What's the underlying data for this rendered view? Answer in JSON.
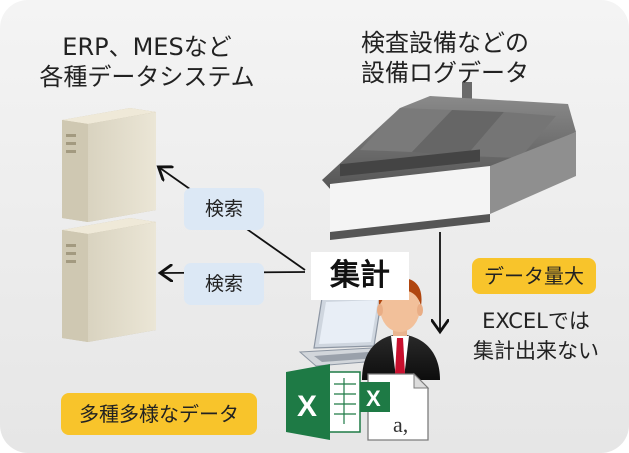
{
  "left_title": {
    "line1": "ERP、MESなど",
    "line2": "各種データシステム"
  },
  "right_title": {
    "line1": "検査設備などの",
    "line2": "設備ログデータ"
  },
  "search_labels": [
    "検索",
    "検索"
  ],
  "aggregate_label": "集計",
  "data_volume_tag": "データ量大",
  "excel_note": {
    "line1": "EXCELでは",
    "line2": "集計出来ない"
  },
  "variety_tag": "多種多様なデータ",
  "icons": [
    "server-icon",
    "factory-icon",
    "laptop-icon",
    "person-icon",
    "excel-icon",
    "excel-doc-icon"
  ],
  "colors": {
    "tag_orange": "#f8c42b",
    "search_blue": "#dce8f5",
    "excel_green": "#1e7a45",
    "server_beige": "#e2dcca"
  }
}
